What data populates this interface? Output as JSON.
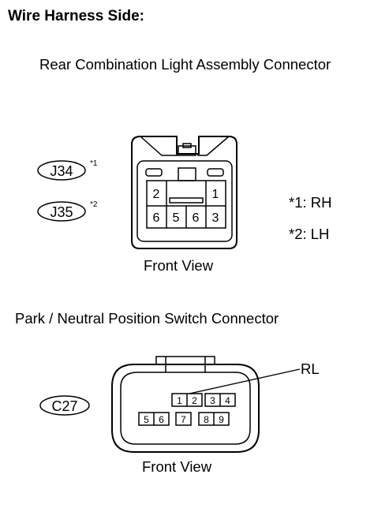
{
  "title": "Wire Harness Side:",
  "connector1": {
    "title": "Rear Combination Light Assembly Connector",
    "tags": [
      {
        "code": "J34",
        "note_ref": "*1"
      },
      {
        "code": "J35",
        "note_ref": "*2"
      }
    ],
    "pins_top": [
      "2",
      "1"
    ],
    "pins_bottom": [
      "6",
      "5",
      "6",
      "3"
    ],
    "view_label": "Front View",
    "notes": [
      "*1: RH",
      "*2: LH"
    ]
  },
  "connector2": {
    "title": "Park / Neutral Position Switch Connector",
    "tag": "C27",
    "pins_row1": [
      "1",
      "2",
      "3",
      "4"
    ],
    "pins_row2": [
      "5",
      "6",
      "7",
      "8",
      "9"
    ],
    "callout": "RL",
    "view_label": "Front View"
  }
}
